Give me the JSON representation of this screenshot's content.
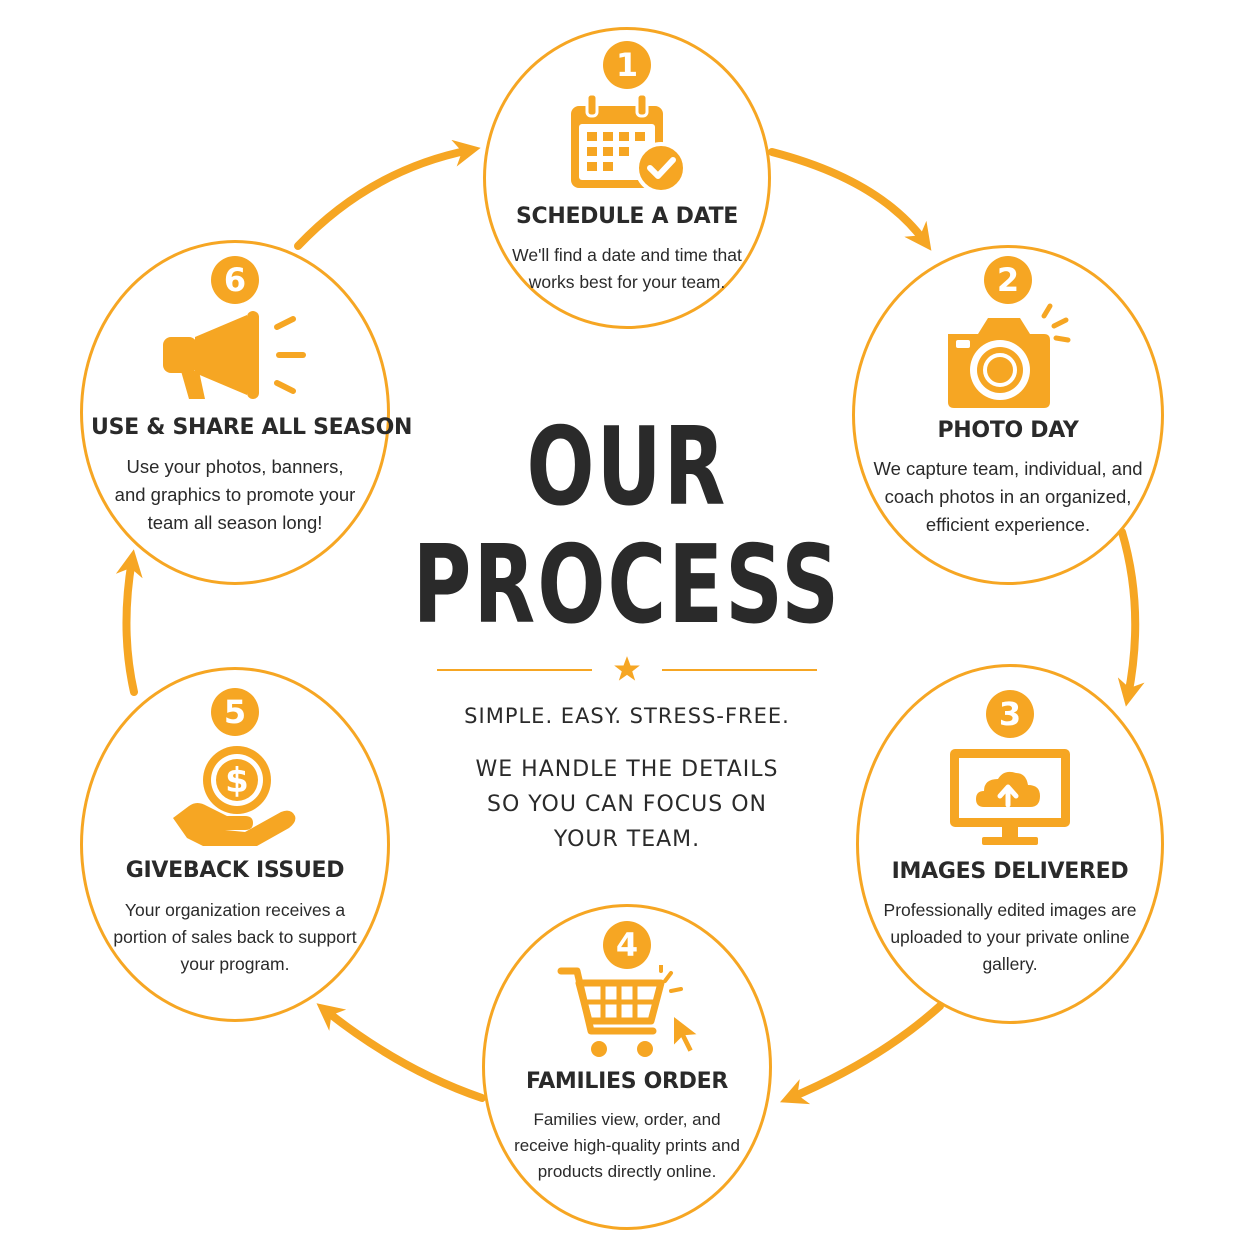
{
  "title_line1": "OUR",
  "title_line2": "PROCESS",
  "tagline": "SIMPLE. EASY. STRESS-FREE.",
  "subtagline": "WE HANDLE THE DETAILS SO YOU CAN FOCUS ON YOUR TEAM.",
  "accent_color": "#f6a623",
  "text_color": "#2a2a2a",
  "steps": [
    {
      "number": "1",
      "icon": "calendar-check-icon",
      "title": "SCHEDULE A DATE",
      "description": "We'll find a date and time that works best for your team."
    },
    {
      "number": "2",
      "icon": "camera-icon",
      "title": "PHOTO DAY",
      "description": "We capture team, individual, and coach photos in an organized, efficient experience."
    },
    {
      "number": "3",
      "icon": "cloud-upload-monitor-icon",
      "title": "IMAGES DELIVERED",
      "description": "Professionally edited images are uploaded to your private online gallery."
    },
    {
      "number": "4",
      "icon": "shopping-cart-icon",
      "title": "FAMILIES ORDER",
      "description": "Families view, order, and receive high-quality prints and products directly online."
    },
    {
      "number": "5",
      "icon": "hand-coin-icon",
      "title": "GIVEBACK ISSUED",
      "description": "Your organization receives a portion of sales back to support your program."
    },
    {
      "number": "6",
      "icon": "megaphone-icon",
      "title": "USE & SHARE ALL SEASON",
      "description": "Use your photos, banners, and graphics to promote your team all season long!"
    }
  ]
}
